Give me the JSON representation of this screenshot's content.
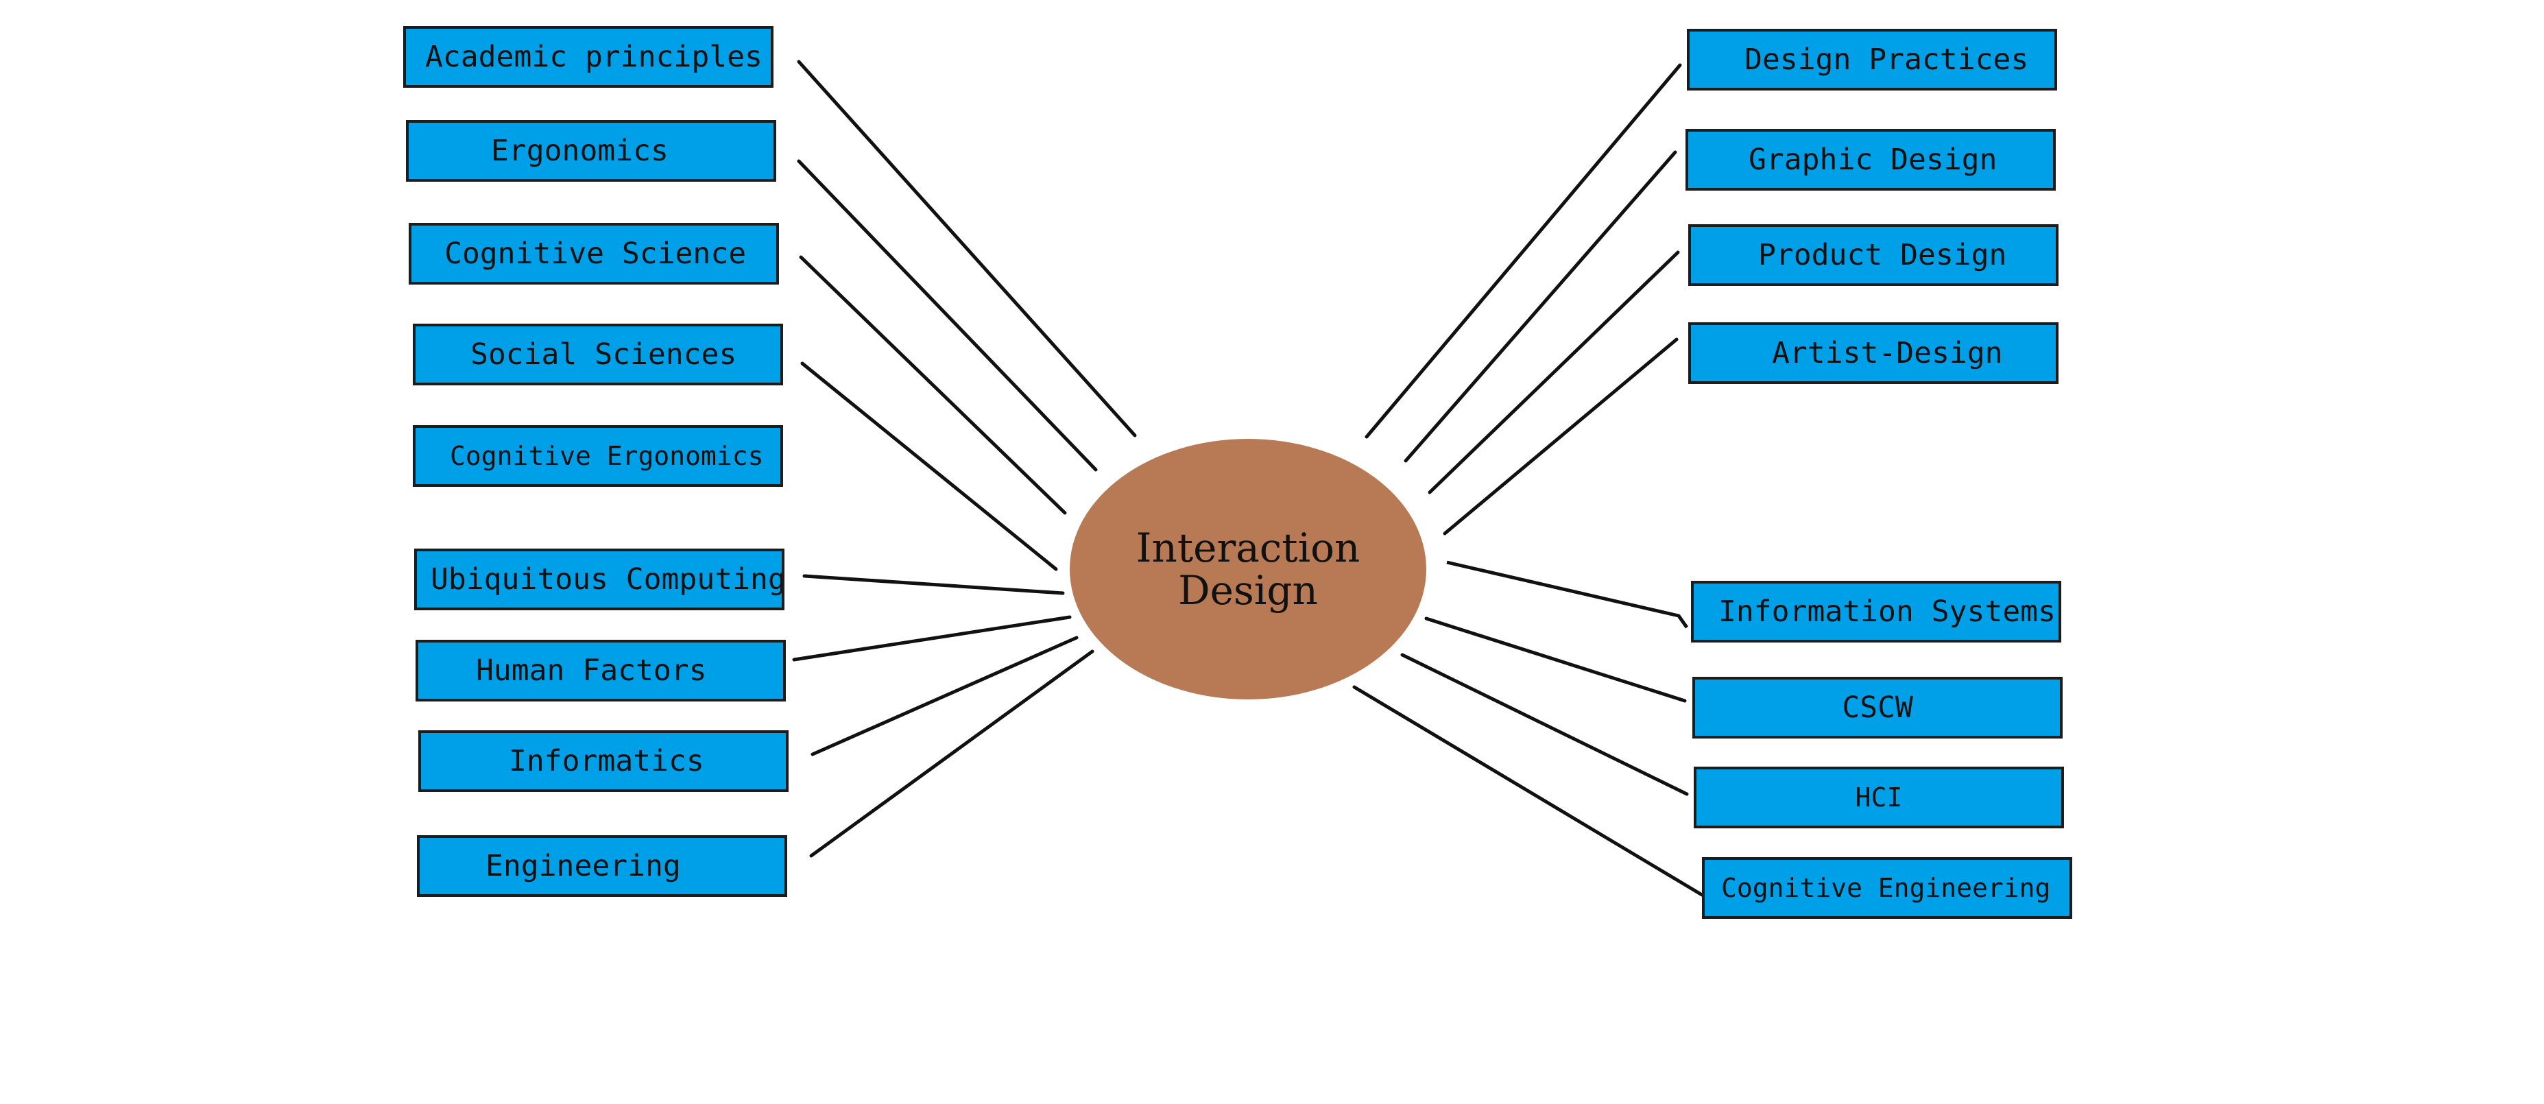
{
  "center": {
    "line1": "Interaction",
    "line2": "Design"
  },
  "left_nodes": [
    "Academic principles",
    "Ergonomics",
    "Cognitive Science",
    "Social Sciences",
    "Cognitive Ergonomics",
    "Ubiquitous Computing",
    "Human Factors",
    "Informatics",
    "Engineering"
  ],
  "right_nodes": [
    "Design Practices",
    "Graphic Design",
    "Product Design",
    "Artist-Design",
    "Information Systems",
    "CSCW",
    "HCI",
    "Cognitive Engineering"
  ],
  "colors": {
    "node_fill": "#00a0e8",
    "node_border": "#1c1c1c",
    "center_fill": "#b77a55",
    "connector": "#111111"
  }
}
